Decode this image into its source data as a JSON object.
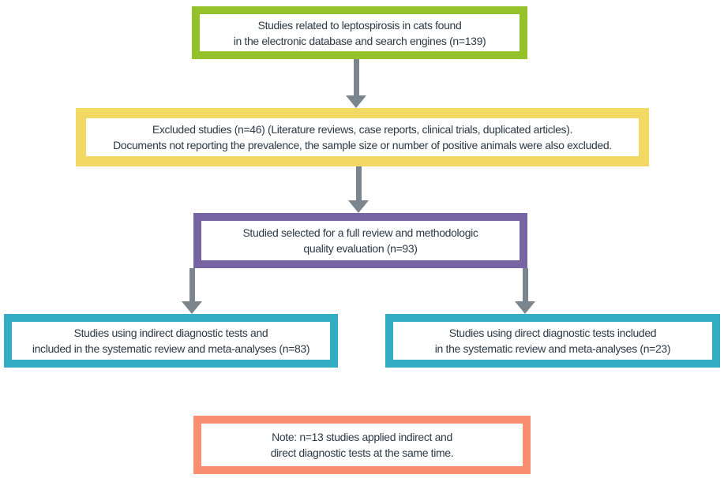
{
  "diagram": {
    "text_color": "#2D3A46",
    "arrow_color": "#7A858E",
    "background_color": "#FFFFFF",
    "boxes": [
      {
        "id": "identification",
        "border_color": "#95C22B",
        "lines": [
          "Studies related to leptospirosis in cats found",
          "in the electronic database and search engines (n=139)"
        ]
      },
      {
        "id": "excluded-studies",
        "border_color": "#F2D964",
        "lines": [
          "Excluded studies (n=46) (Literature reviews, case reports, clinical trials, duplicated articles).",
          "Documents not reporting the prevalence, the sample size or number of positive animals were also excluded."
        ]
      },
      {
        "id": "full-review",
        "border_color": "#7764A3",
        "lines": [
          "Studied selected for a full review and methodologic",
          "quality evaluation (n=93)"
        ]
      },
      {
        "id": "indirect-tests",
        "border_color": "#33ADC3",
        "lines": [
          "Studies using indirect diagnostic tests and",
          "included in the systematic review and meta-analyses (n=83)"
        ]
      },
      {
        "id": "direct-tests",
        "border_color": "#33ADC3",
        "lines": [
          "Studies using direct diagnostic tests included",
          "in the systematic review and meta-analyses (n=23)"
        ]
      },
      {
        "id": "note",
        "border_color": "#F98E70",
        "lines": [
          "Note: n=13 studies applied indirect and",
          "direct diagnostic tests at the same time."
        ]
      }
    ]
  }
}
